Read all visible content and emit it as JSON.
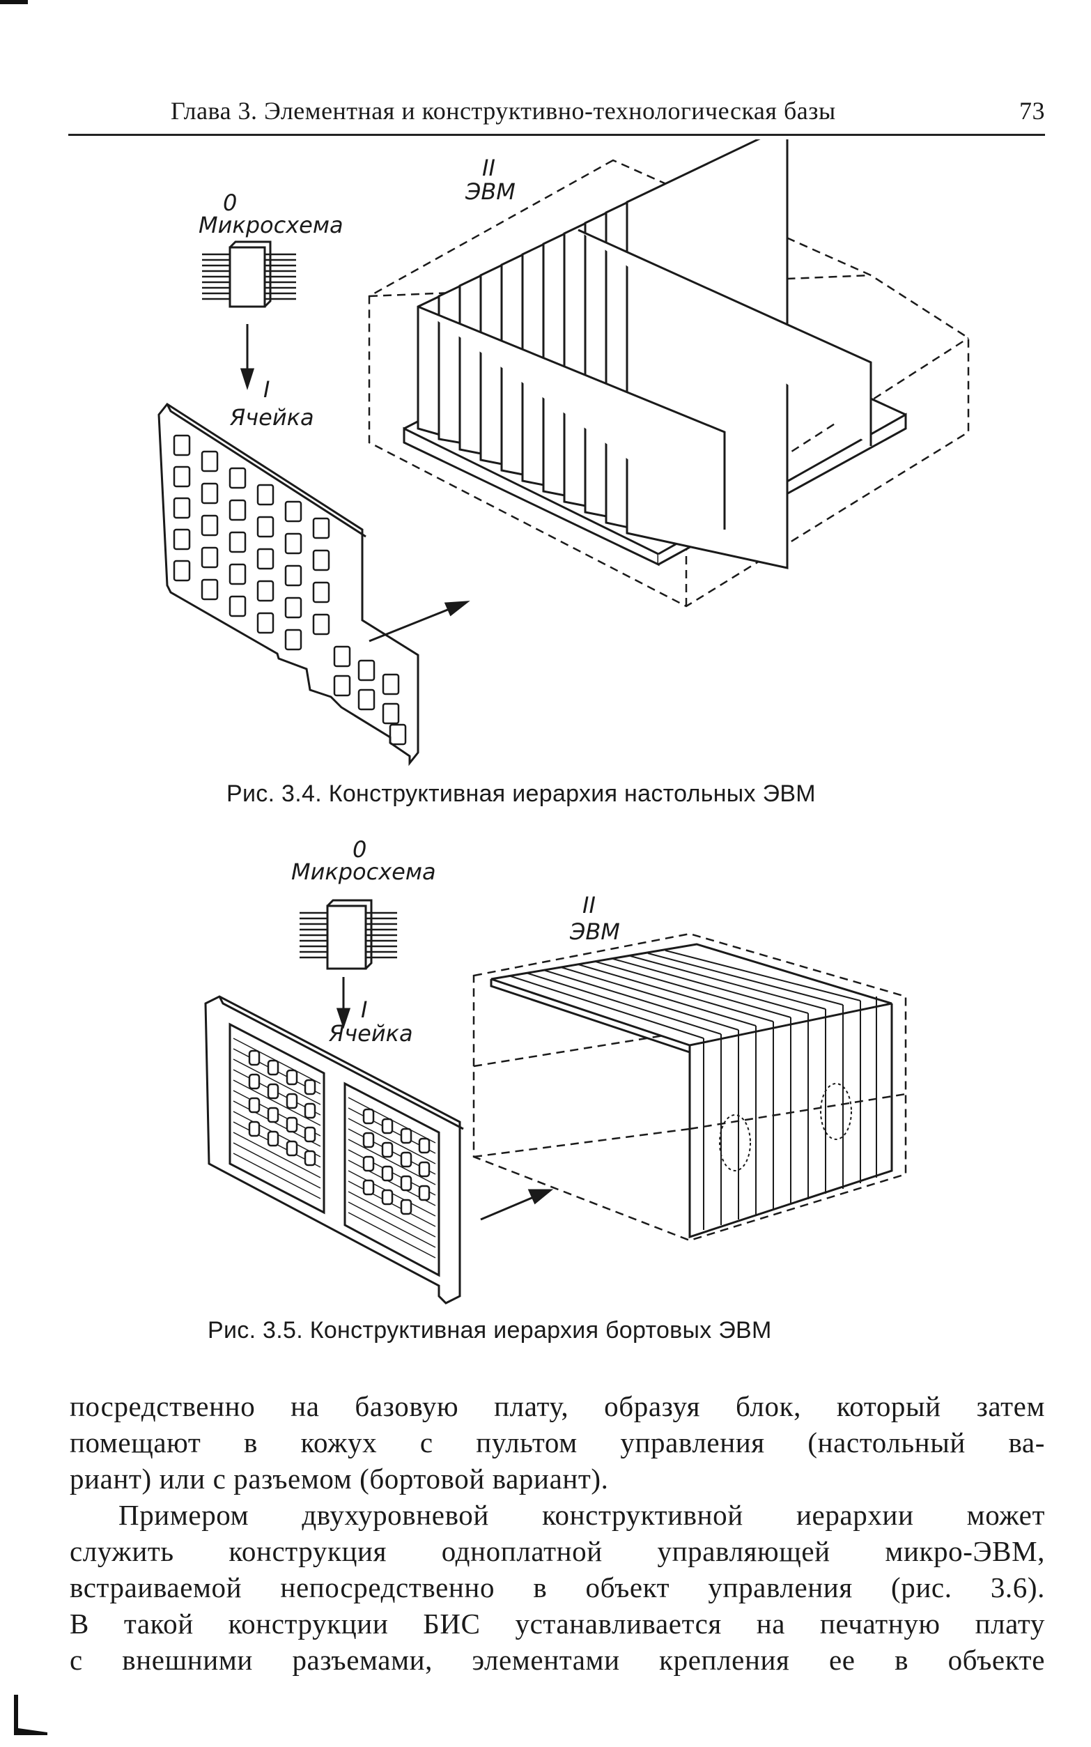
{
  "header": {
    "title": "Глава 3. Элементная и конструктивно-технологическая базы",
    "page_number": "73"
  },
  "figure_34": {
    "level0_num": "0",
    "level0_label": "Микросхема",
    "level1_num": "I",
    "level1_label": "Ячейка",
    "level2_num": "II",
    "level2_label": "ЭВМ",
    "caption": "Рис. 3.4. Конструктивная иерархия настольных ЭВМ"
  },
  "figure_35": {
    "level0_num": "0",
    "level0_label": "Микросхема",
    "level1_num": "I",
    "level1_label": "Ячейка",
    "level2_num": "II",
    "level2_label": "ЭВМ",
    "caption": "Рис. 3.5. Конструктивная иерархия бортовых ЭВМ"
  },
  "body": {
    "paragraph1_lines": [
      "посредственно на базовую плату, образуя блок, который затем",
      "помещают в кожух с пультом управления (настольный ва-",
      "риант) или с разъемом (бортовой вариант)."
    ],
    "paragraph2_lines": [
      "Примером двухуровневой конструктивной иерархии может",
      "служить конструкция одноплатной управляющей микро-ЭВМ,",
      "встраиваемой непосредственно в объект управления (рис. 3.6).",
      "В такой конструкции БИС устанавливается на печатную плату",
      "с внешними разъемами, элементами крепления ее в объекте"
    ]
  }
}
